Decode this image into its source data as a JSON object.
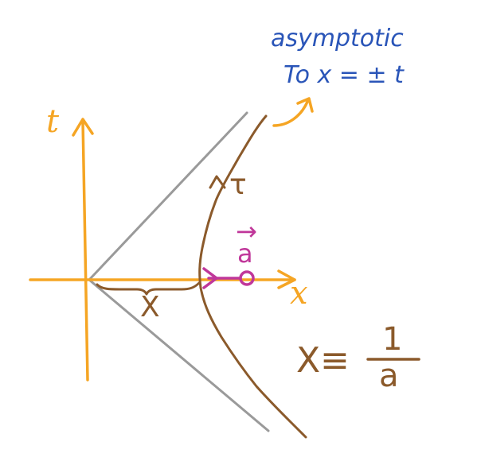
{
  "colors": {
    "axis": "#f5a524",
    "lightcone": "#9a9a9a",
    "worldline": "#8b5a2b",
    "acceleration": "#c0379a",
    "annotation": "#2a55b8"
  },
  "annotation": {
    "line1": "asymptotic",
    "line2": "To x = ± t"
  },
  "axes": {
    "t_label": "t",
    "x_label": "x"
  },
  "worldline": {
    "tau_label": "τ",
    "distance_label": "X"
  },
  "acceleration": {
    "label": "a",
    "arrow_glyph": "→"
  },
  "formula": {
    "lhs": "X≡",
    "numerator": "1",
    "denominator": "a"
  }
}
